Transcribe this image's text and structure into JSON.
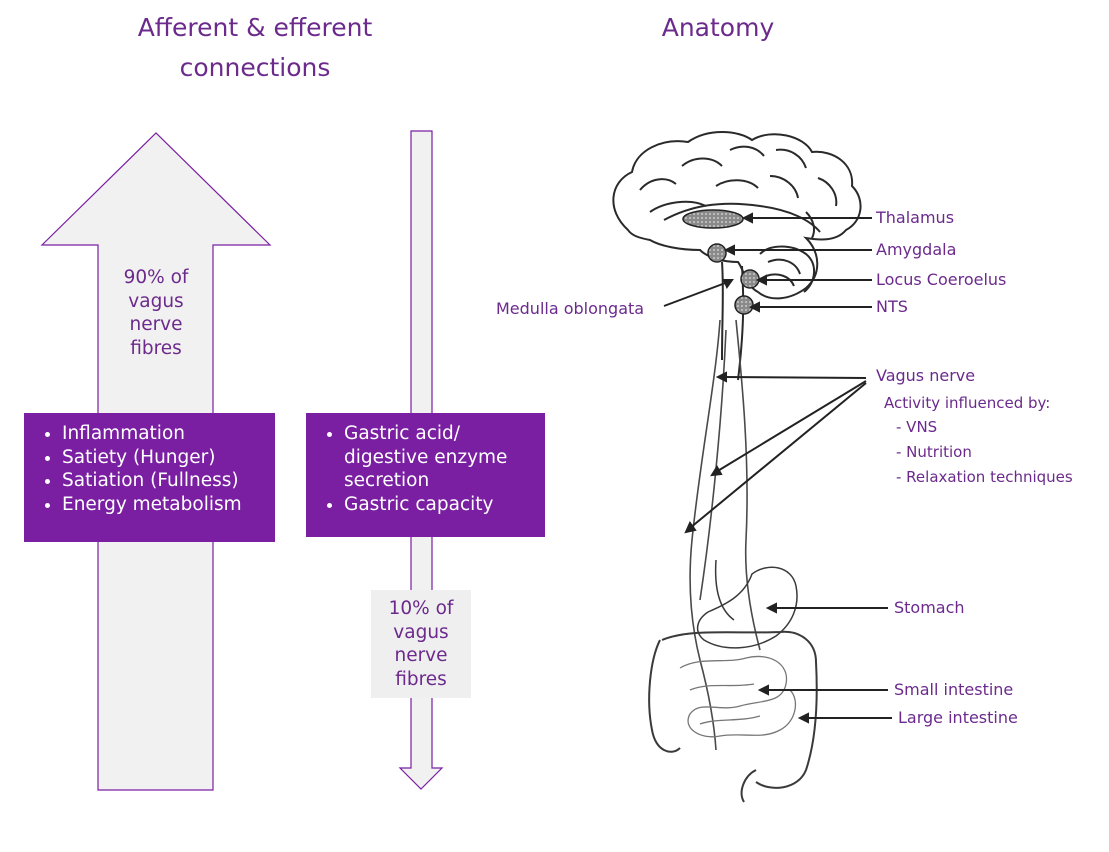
{
  "headings": {
    "left": "Afferent & efferent connections",
    "right": "Anatomy"
  },
  "afferent": {
    "percentage_text": "90% of vagus nerve fibres",
    "effects": [
      "Inflammation",
      "Satiety (Hunger)",
      "Satiation (Fullness)",
      "Energy metabolism"
    ]
  },
  "efferent": {
    "percentage_text": "10% of vagus nerve fibres",
    "effects": [
      "Gastric acid/ digestive enzyme secretion",
      "Gastric capacity"
    ]
  },
  "anatomy_labels": {
    "thalamus": "Thalamus",
    "amygdala": "Amygdala",
    "locus": "Locus Coeroelus",
    "nts": "NTS",
    "medulla": "Medulla oblongata",
    "vagus": "Vagus nerve",
    "activity": "Activity influenced by:",
    "influences": [
      "- VNS",
      "- Nutrition",
      "- Relaxation techniques"
    ],
    "stomach": "Stomach",
    "small_intestine": "Small intestine",
    "large_intestine": "Large intestine"
  },
  "colors": {
    "accent_purple": "#7a1fa2",
    "text_purple": "#6b2a8c",
    "arrow_fill": "#f1f1f1",
    "arrow_stroke": "#7a1fa2"
  }
}
